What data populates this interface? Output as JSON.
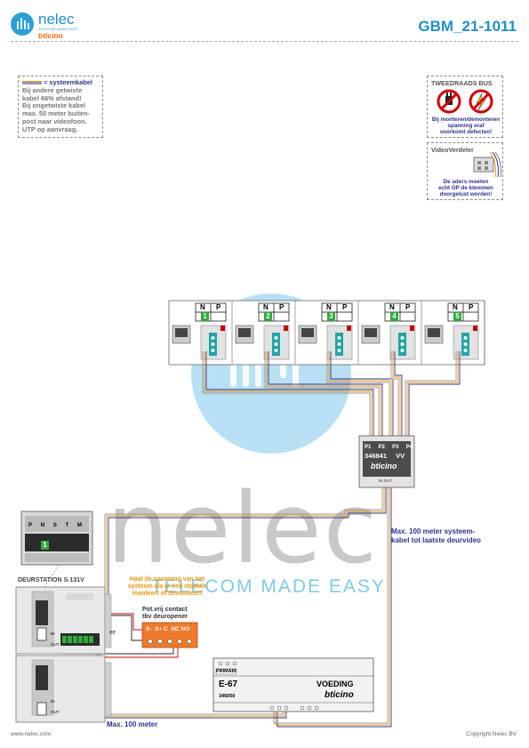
{
  "header": {
    "brand_name": "nelec",
    "brand_tagline": "TELECOM MADE EASY",
    "partner_brand": "bticino",
    "doc_code": "GBM_21-1011"
  },
  "cable_note": {
    "legend_label": "= systeemkabel",
    "lines": [
      "Bij andere getwiste",
      "kabel 66% afstand!",
      "Bij ongetwiste kabel",
      "max. 50 meter buiten-",
      "post naar videofoon.",
      "UTP op aanvraag."
    ]
  },
  "two_wire_box": {
    "title": "TWEEDRAADS BUS",
    "warning": [
      "Bij monteren/demonteren",
      "spanning eraf",
      "voorkomt defecten!"
    ]
  },
  "video_distributor_box": {
    "title": "VideoVerdeler",
    "warning": [
      "De aders moeten",
      "echt OP de klemmen",
      "doorgelust worden!"
    ]
  },
  "apartments": [
    {
      "number": "1",
      "n_label": "N",
      "p_label": "P"
    },
    {
      "number": "2",
      "n_label": "N",
      "p_label": "P"
    },
    {
      "number": "3",
      "n_label": "N",
      "p_label": "P"
    },
    {
      "number": "4",
      "n_label": "N",
      "p_label": "P"
    },
    {
      "number": "5",
      "n_label": "N",
      "p_label": "P"
    }
  ],
  "distributor": {
    "ports": [
      "P1",
      "P2",
      "P3",
      "P4"
    ],
    "model": "346841",
    "type": "VV",
    "brand": "bticino",
    "terminal_labels": [
      "IN",
      "OUT"
    ]
  },
  "notes": {
    "max_distance_video": [
      "Max. 100 meter systeem-",
      "kabel tot laatste deurvideo"
    ],
    "max_distance_station": "Max. 100 meter",
    "module_warning": [
      "Haal de spanning van het",
      "systeem als je een module",
      "monteert of demonteert"
    ]
  },
  "door_station": {
    "label": "DEURSTATION S-131V",
    "terminal_labels": [
      "P",
      "N",
      "S",
      "T",
      "M"
    ],
    "module_number": "1",
    "in_label": "IN",
    "out_label": "OUT",
    "suffix_text": "er"
  },
  "relay": {
    "title": [
      "Pot.vrij contact",
      "tbv deuropener"
    ],
    "terminals": "S-  S+ C  NC NO"
  },
  "power_supply": {
    "primary_label": "PRIMAIR",
    "model": "E-67",
    "name": "VOEDING",
    "article": "346050",
    "brand": "bticino"
  },
  "watermark": {
    "name": "nelec",
    "tagline": "TELECOM MADE EASY"
  },
  "footer": {
    "website": "www.nelec.com",
    "copyright": "Copyright Nelec BV"
  },
  "colors": {
    "brand_blue": "#1e8fcf",
    "note_blue": "#2e3192",
    "warning_orange": "#f29400",
    "module_green": "#2eaa3a",
    "relay_orange": "#f07a2a"
  }
}
